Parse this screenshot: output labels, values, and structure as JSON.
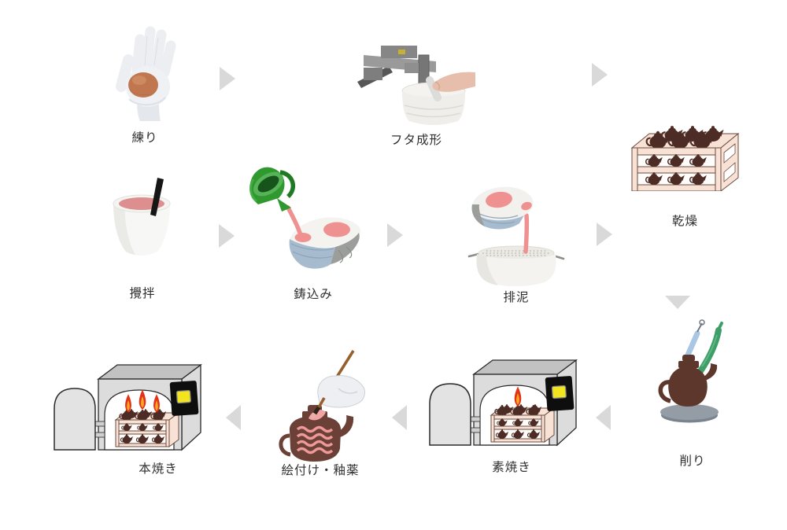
{
  "steps": [
    {
      "id": "neri",
      "label": "練り",
      "icon": "hand-kneading-clay"
    },
    {
      "id": "futa-seikei",
      "label": "フタ成形",
      "icon": "lid-forming-machine-photo"
    },
    {
      "id": "kansou",
      "label": "乾燥",
      "icon": "teapots-on-drying-rack"
    },
    {
      "id": "kakuhan",
      "label": "攪拌",
      "icon": "slip-stirring-bowl"
    },
    {
      "id": "ikomi",
      "label": "鋳込み",
      "icon": "pitcher-pouring-slip-into-mold"
    },
    {
      "id": "haidei",
      "label": "排泥",
      "icon": "mold-draining-slip-into-tub"
    },
    {
      "id": "kezuri",
      "label": "削り",
      "icon": "trimming-tools-and-teapot"
    },
    {
      "id": "suyaki",
      "label": "素焼き",
      "icon": "bisque-firing-kiln"
    },
    {
      "id": "etsuke",
      "label": "絵付け・釉薬",
      "icon": "hand-painting-glaze-on-teapot"
    },
    {
      "id": "honyaki",
      "label": "本焼き",
      "icon": "final-firing-kiln"
    }
  ],
  "connections": [
    {
      "from": "neri",
      "to": "futa-seikei",
      "direction": "right"
    },
    {
      "from": "futa-seikei",
      "to": "kansou",
      "direction": "right"
    },
    {
      "from": "kakuhan",
      "to": "ikomi",
      "direction": "right"
    },
    {
      "from": "ikomi",
      "to": "haidei",
      "direction": "right"
    },
    {
      "from": "haidei",
      "to": "kansou",
      "direction": "right"
    },
    {
      "from": "kansou",
      "to": "kezuri",
      "direction": "down"
    },
    {
      "from": "kezuri",
      "to": "suyaki",
      "direction": "left"
    },
    {
      "from": "suyaki",
      "to": "etsuke",
      "direction": "left"
    },
    {
      "from": "etsuke",
      "to": "honyaki",
      "direction": "left"
    }
  ],
  "colors": {
    "background": "#ffffff",
    "arrow": "#d9d9d9",
    "label_text": "#2e2e2e",
    "teapot_brown": "#4d2c25",
    "rack_pink": "#f8e2d6",
    "rack_outline": "#6b4a3e",
    "slip_pink": "#ef9191",
    "pitcher_green": "#2f992f",
    "kiln_gray": "#dcdcdc",
    "flame_red": "#e23318",
    "flame_orange": "#f6a623",
    "button_yellow": "#f2e41f",
    "tool_blue": "#a9c6e4",
    "tool_green": "#3f9e68"
  }
}
